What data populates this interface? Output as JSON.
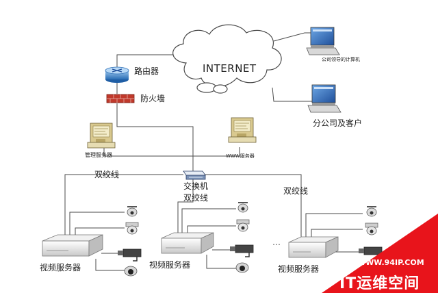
{
  "cloud": {
    "label": "INTERNET"
  },
  "router": {
    "label": "路由器",
    "icon": "router-icon"
  },
  "firewall": {
    "label": "防火墙",
    "icon": "firewall-icon"
  },
  "laptops": [
    {
      "label": "公司领导的计算机",
      "icon": "laptop-icon"
    },
    {
      "label": "分公司及客户",
      "icon": "laptop-icon"
    }
  ],
  "servers": [
    {
      "label": "管理服务器",
      "icon": "server-icon"
    },
    {
      "label": "WWW服务器",
      "icon": "server-icon"
    }
  ],
  "switch": {
    "label": "交换机",
    "icon": "switch-icon"
  },
  "cable_labels": [
    "双绞线",
    "双绞线",
    "双绞线"
  ],
  "video_servers": [
    {
      "label": "视频服务器"
    },
    {
      "label": "视频服务器"
    },
    {
      "label": "视频服务器"
    }
  ],
  "ellipsis": "…",
  "watermark": {
    "url": "WWW.94IP.COM",
    "brand": "IT运维空间",
    "color": "#e8141b"
  },
  "colors": {
    "line": "#4a4a4a",
    "laptop_screen": "#2f6fc0",
    "firewall": "#c0392b"
  }
}
